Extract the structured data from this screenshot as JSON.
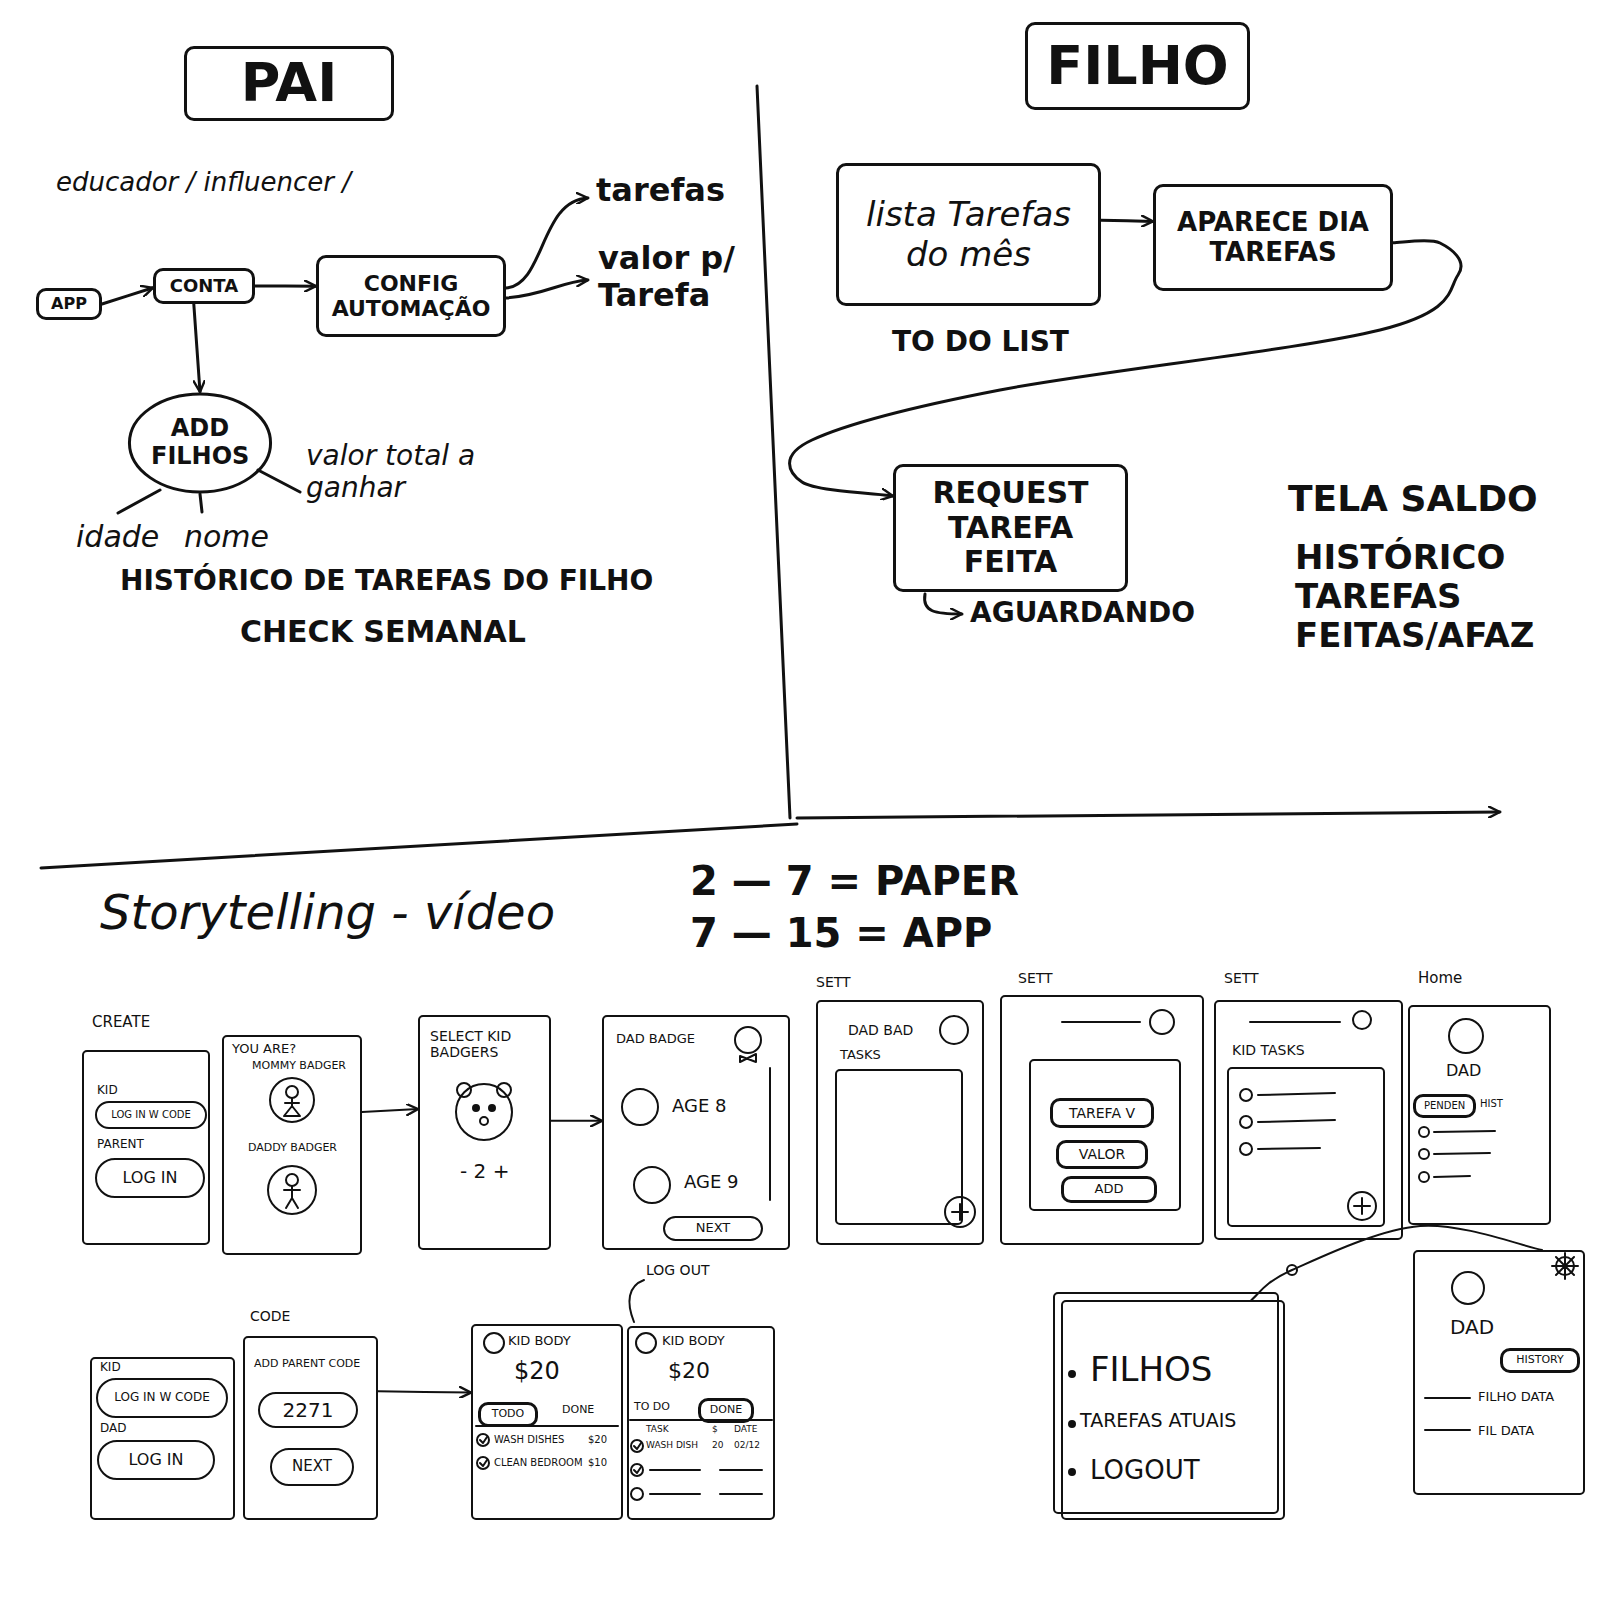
{
  "diagram": {
    "nodes": [
      {
        "text": [
          "PAI"
        ]
      },
      {
        "text": [
          "FILHO"
        ]
      },
      {
        "text": [
          "APP"
        ]
      },
      {
        "text": [
          "CONTA"
        ]
      },
      {
        "text": [
          "CONFIG AUTOMAÇÃO"
        ]
      },
      {
        "text": [
          "ADD FILHOS"
        ]
      },
      {
        "text": [
          "lista Tarefas do mês"
        ]
      },
      {
        "text": [
          "APARECE DIA TAREFAS"
        ]
      },
      {
        "text": [
          "REQUEST TAREFA FEITA"
        ]
      },
      {
        "text": [
          "CREATE",
          "KID",
          "PARENT"
        ]
      },
      {
        "text": [
          "LOG IN W CODE"
        ],
        "in": 9
      },
      {
        "text": [
          "LOG IN"
        ],
        "in": 9
      },
      {
        "text": [
          "YOU ARE?",
          "MOMMY BADGER",
          "DADDY BADGER"
        ]
      },
      {
        "text": [
          "SELECT KID BADGERS",
          "- 2 +"
        ]
      },
      {
        "text": [
          "DAD BADGE",
          "AGE 8",
          "AGE 9"
        ]
      },
      {
        "text": [
          "NEXT"
        ],
        "in": 14
      },
      {
        "text": [
          "SETT",
          "DAD BAD",
          "TASKS"
        ]
      },
      {
        "text": [
          "SETT"
        ]
      },
      {
        "text": [
          "TAREFA V"
        ],
        "in": 17
      },
      {
        "text": [
          "VALOR"
        ],
        "in": 17
      },
      {
        "text": [
          "ADD"
        ],
        "in": 17
      },
      {
        "text": [
          "SETT",
          "KID TASKS"
        ]
      },
      {
        "text": [
          "Home",
          "DAD",
          "HIST"
        ]
      },
      {
        "text": [
          "PENDEN"
        ],
        "in": 22
      },
      {
        "text": [
          "KID",
          "DAD"
        ]
      },
      {
        "text": [
          "LOG IN W CODE"
        ],
        "in": 24
      },
      {
        "text": [
          "LOG IN"
        ],
        "in": 24
      },
      {
        "text": [
          "CODE",
          "ADD PARENT CODE"
        ]
      },
      {
        "text": [
          "2271"
        ],
        "in": 27
      },
      {
        "text": [
          "NEXT"
        ],
        "in": 27
      },
      {
        "text": [
          "KID BODY",
          "$20",
          "DONE",
          "WASH DISHES",
          "$20",
          "CLEAN BEDROOM",
          "$10"
        ]
      },
      {
        "text": [
          "TODO"
        ],
        "in": 30
      },
      {
        "text": [
          "KID BODY",
          "$20",
          "TO DO",
          "TASK",
          "$",
          "DATE",
          "WASH DISH",
          "20",
          "02/12"
        ]
      },
      {
        "text": [
          "DONE"
        ],
        "in": 32
      },
      {
        "text": [
          "FILHOS",
          "TAREFAS ATUAIS",
          "LOGOUT"
        ]
      },
      {
        "text": [
          "DAD",
          "FILHO DATA",
          "FIL DATA"
        ]
      },
      {
        "text": [
          "HISTORY"
        ],
        "in": 35
      }
    ],
    "edges": [
      {
        "from": 2,
        "to": 3,
        "arrow": "to"
      },
      {
        "from": 3,
        "to": 4,
        "arrow": "to"
      },
      {
        "from": 3,
        "to": 5,
        "arrow": "to"
      },
      {
        "from": 6,
        "to": 7,
        "arrow": "to"
      },
      {
        "from": 7,
        "to": 8,
        "arrow": "to"
      },
      {
        "from": 12,
        "to": 13,
        "arrow": "to"
      },
      {
        "from": 13,
        "to": 14,
        "arrow": "to"
      },
      {
        "from": 27,
        "to": 30,
        "arrow": "to"
      },
      {
        "from": 34,
        "to": 35,
        "arrow": "none"
      }
    ],
    "labels": [
      "educador / influencer /",
      "tarefas",
      "valor p/ Tarefa",
      "idade",
      "nome",
      "valor total a ganhar",
      "HISTÓRICO DE TAREFAS DO FILHO",
      "CHECK SEMANAL",
      "TO DO LIST",
      "AGUARDANDO",
      "TELA SALDO",
      "HISTÓRICO TAREFAS FEITAS/AFAZ",
      "Storytelling - vídeo",
      "2 — 7 = PAPER",
      "7 — 15 = APP",
      "LOG OUT"
    ]
  }
}
